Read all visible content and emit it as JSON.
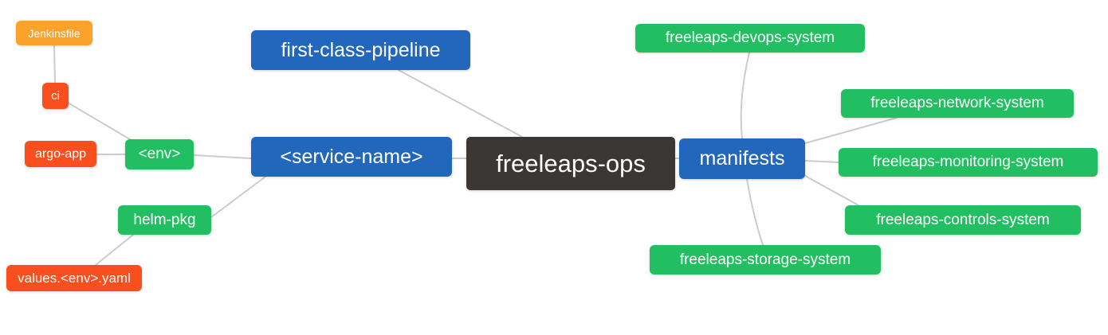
{
  "diagram": {
    "type": "mindmap",
    "root": "freeleaps_ops",
    "colors": {
      "background": "#FFFFFF",
      "connector": "#CCCCCC",
      "node_text": "#FFFFFF",
      "blue": "#2267BC",
      "green": "#21BF61",
      "red": "#F94E1E",
      "orange": "#F9A32B",
      "dark": "#3B3735"
    },
    "nodes": {
      "jenkinsfile": {
        "label": "Jenkinsfile",
        "color": "#F9A32B"
      },
      "ci": {
        "label": "ci",
        "color": "#F94E1E"
      },
      "argo_app": {
        "label": "argo-app",
        "color": "#F94E1E"
      },
      "env": {
        "label": "<env>",
        "color": "#21BF61"
      },
      "helm_pkg": {
        "label": "helm-pkg",
        "color": "#21BF61"
      },
      "values_env_yaml": {
        "label": "values.<env>.yaml",
        "color": "#F94E1E"
      },
      "first_class_pipeline": {
        "label": "first-class-pipeline",
        "color": "#2267BC"
      },
      "service_name": {
        "label": "<service-name>",
        "color": "#2267BC"
      },
      "freeleaps_ops": {
        "label": "freeleaps-ops",
        "color": "#3B3735"
      },
      "manifests": {
        "label": "manifests",
        "color": "#2267BC"
      },
      "devops_system": {
        "label": "freeleaps-devops-system",
        "color": "#21BF61"
      },
      "network_system": {
        "label": "freeleaps-network-system",
        "color": "#21BF61"
      },
      "monitoring_system": {
        "label": "freeleaps-monitoring-system",
        "color": "#21BF61"
      },
      "controls_system": {
        "label": "freeleaps-controls-system",
        "color": "#21BF61"
      },
      "storage_system": {
        "label": "freeleaps-storage-system",
        "color": "#21BF61"
      }
    },
    "edges": [
      {
        "from": "jenkinsfile",
        "to": "ci"
      },
      {
        "from": "ci",
        "to": "env"
      },
      {
        "from": "argo_app",
        "to": "env"
      },
      {
        "from": "env",
        "to": "service_name"
      },
      {
        "from": "helm_pkg",
        "to": "service_name"
      },
      {
        "from": "values_env_yaml",
        "to": "helm_pkg"
      },
      {
        "from": "first_class_pipeline",
        "to": "freeleaps_ops"
      },
      {
        "from": "service_name",
        "to": "freeleaps_ops"
      },
      {
        "from": "freeleaps_ops",
        "to": "manifests"
      },
      {
        "from": "manifests",
        "to": "devops_system"
      },
      {
        "from": "manifests",
        "to": "network_system"
      },
      {
        "from": "manifests",
        "to": "monitoring_system"
      },
      {
        "from": "manifests",
        "to": "controls_system"
      },
      {
        "from": "manifests",
        "to": "storage_system"
      }
    ]
  }
}
